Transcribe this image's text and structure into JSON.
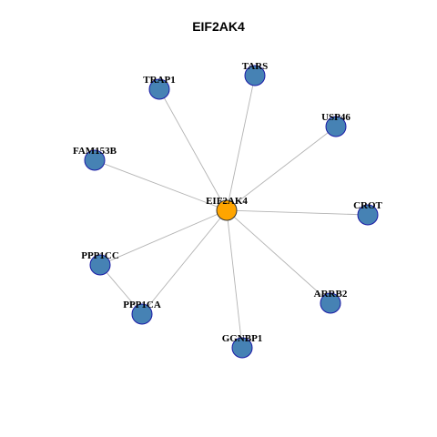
{
  "title": "EIF2AK4",
  "colors": {
    "center_fill": "#FFA500",
    "leaf_fill": "#4682B4",
    "node_stroke": "#1a1aa6",
    "edge": "#b3b3b3"
  },
  "nodes": [
    {
      "id": "EIF2AK4",
      "label": "EIF2AK4",
      "role": "center"
    },
    {
      "id": "TARS",
      "label": "TARS",
      "role": "leaf"
    },
    {
      "id": "TRAP1",
      "label": "TRAP1",
      "role": "leaf"
    },
    {
      "id": "USP46",
      "label": "USP46",
      "role": "leaf"
    },
    {
      "id": "FAM153B",
      "label": "FAM153B",
      "role": "leaf"
    },
    {
      "id": "CROT",
      "label": "CROT",
      "role": "leaf"
    },
    {
      "id": "PPP1CC",
      "label": "PPP1CC",
      "role": "leaf"
    },
    {
      "id": "PPP1CA",
      "label": "PPP1CA",
      "role": "leaf"
    },
    {
      "id": "ARRB2",
      "label": "ARRB2",
      "role": "leaf"
    },
    {
      "id": "GGNBP1",
      "label": "GGNBP1",
      "role": "leaf"
    }
  ],
  "edges": [
    [
      "EIF2AK4",
      "TARS"
    ],
    [
      "EIF2AK4",
      "TRAP1"
    ],
    [
      "EIF2AK4",
      "USP46"
    ],
    [
      "EIF2AK4",
      "FAM153B"
    ],
    [
      "EIF2AK4",
      "CROT"
    ],
    [
      "EIF2AK4",
      "PPP1CC"
    ],
    [
      "EIF2AK4",
      "PPP1CA"
    ],
    [
      "EIF2AK4",
      "ARRB2"
    ],
    [
      "EIF2AK4",
      "GGNBP1"
    ],
    [
      "PPP1CC",
      "PPP1CA"
    ]
  ]
}
